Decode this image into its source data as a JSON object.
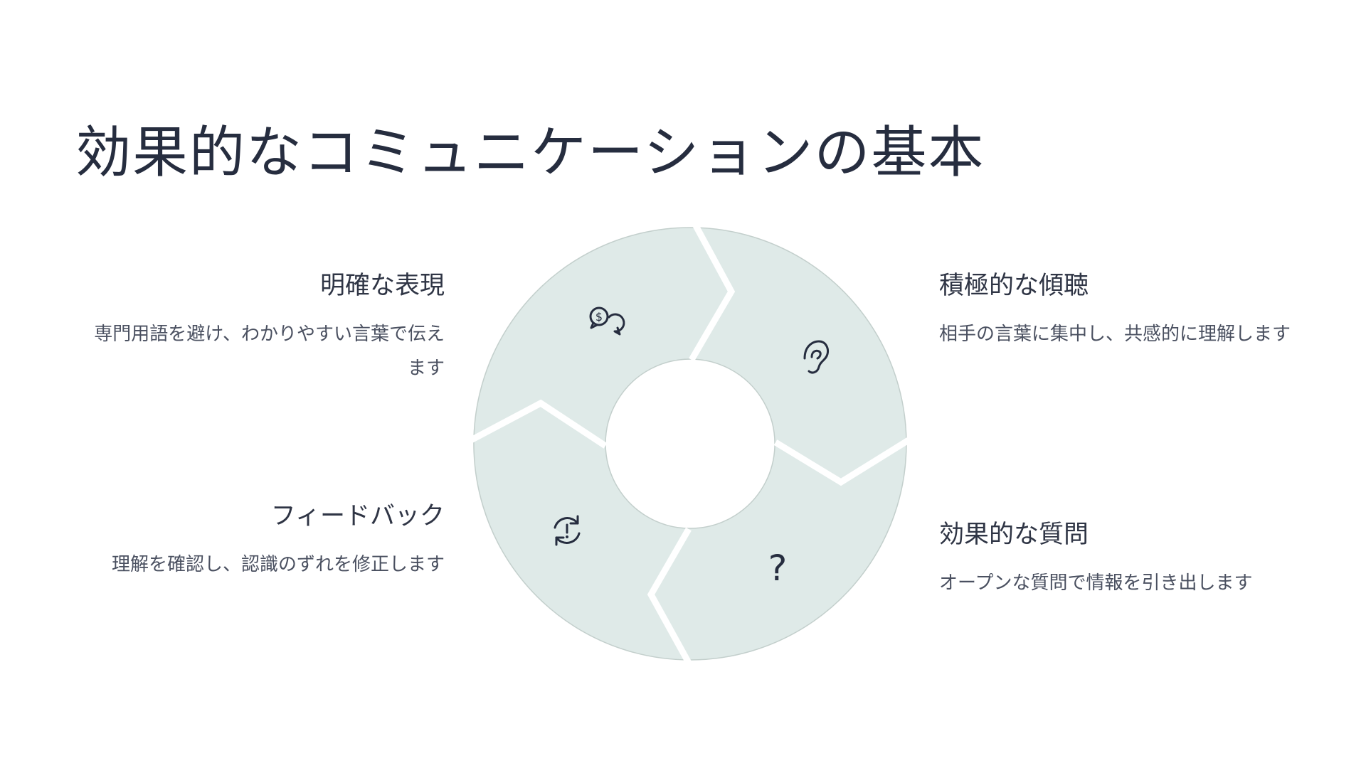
{
  "title": "効果的なコミュニケーションの基本",
  "steps": [
    {
      "heading": "明確な表現",
      "text": "専門用語を避け、わかりやすい言葉で伝えます",
      "icon": "speech-bubbles-dollar-icon"
    },
    {
      "heading": "積極的な傾聴",
      "text": "相手の言葉に集中し、共感的に理解します",
      "icon": "ear-icon"
    },
    {
      "heading": "効果的な質問",
      "text": "オープンな質問で情報を引き出します",
      "icon": "question-mark-icon"
    },
    {
      "heading": "フィードバック",
      "text": "理解を確認し、認識のずれを修正します",
      "icon": "refresh-alert-icon"
    }
  ],
  "colors": {
    "segment_fill": "#dfeae8",
    "segment_border": "#c3cfcc",
    "text_dark": "#262d3f",
    "text_body": "#4a5060",
    "background": "#ffffff"
  }
}
